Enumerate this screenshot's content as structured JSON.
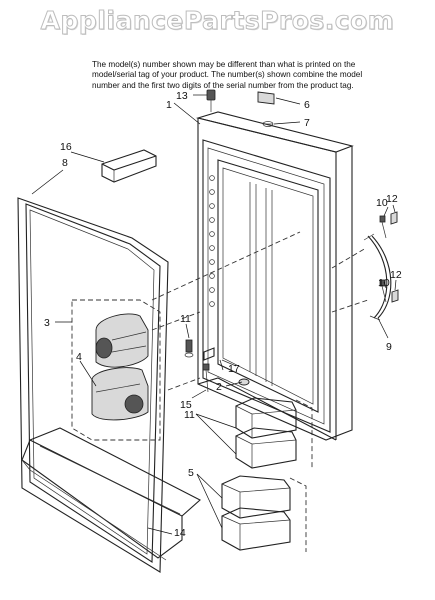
{
  "watermark": "AppliancePartsPros.com",
  "notice": "The model(s) number shown may be different than what is printed on the model/serial tag of your product. The number(s) shown combine the model number and the first two digits of the serial number from the product tag.",
  "callouts": {
    "c1": "1",
    "c2": "2",
    "c3": "3",
    "c4": "4",
    "c5": "5",
    "c6": "6",
    "c7": "7",
    "c8": "8",
    "c9": "9",
    "c10a": "10",
    "c10b": "10",
    "c11a": "11",
    "c11b": "11",
    "c12a": "12",
    "c12b": "12",
    "c13": "13",
    "c14": "14",
    "c15": "15",
    "c16": "16",
    "c17": "17"
  }
}
